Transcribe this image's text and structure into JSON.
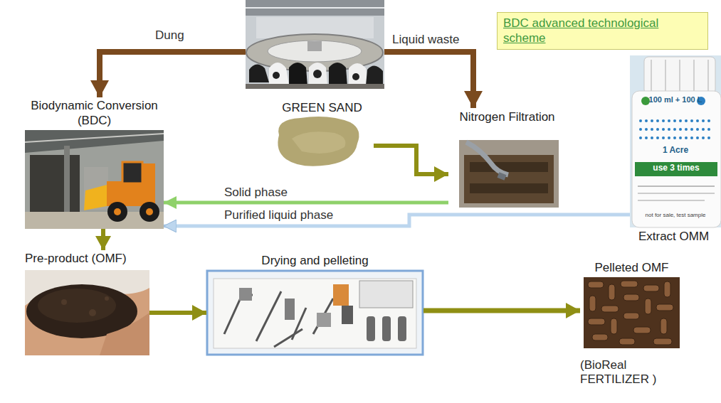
{
  "diagram": {
    "nodes": [
      {
        "text": []
      },
      {
        "text": [
          "BDC advanced technological scheme"
        ]
      },
      {
        "text": [
          "Biodynamic Conversion (BDC)"
        ]
      },
      {
        "text": [
          "GREEN SAND"
        ]
      },
      {
        "text": [
          "Nitrogen Filtration"
        ]
      },
      {
        "text": [
          "Extract OMM"
        ]
      },
      {
        "text": [
          "Pre-product (OMF)"
        ]
      },
      {
        "text": [
          "Drying and pelleting"
        ]
      },
      {
        "text": [
          "Pelleted OMF",
          "(BioReal FERTILIZER )"
        ]
      }
    ],
    "edges": [
      {
        "from": 0,
        "to": 2,
        "label": "Dung",
        "arrow": "to"
      },
      {
        "from": 0,
        "to": 4,
        "label": "Liquid waste",
        "arrow": "to"
      },
      {
        "from": 3,
        "to": 4,
        "arrow": "to"
      },
      {
        "from": 4,
        "to": 2,
        "label": "Solid phase",
        "arrow": "to"
      },
      {
        "from": 5,
        "to": 2,
        "label": "Purified liquid phase",
        "arrow": "to"
      },
      {
        "from": 2,
        "to": 6,
        "arrow": "to"
      },
      {
        "from": 6,
        "to": 7,
        "arrow": "to"
      },
      {
        "from": 7,
        "to": 8,
        "arrow": "to"
      }
    ],
    "labels": [
      "100 ml + 100 L",
      "1 Acre",
      "use 3 times",
      "not for sale, test sample"
    ]
  }
}
